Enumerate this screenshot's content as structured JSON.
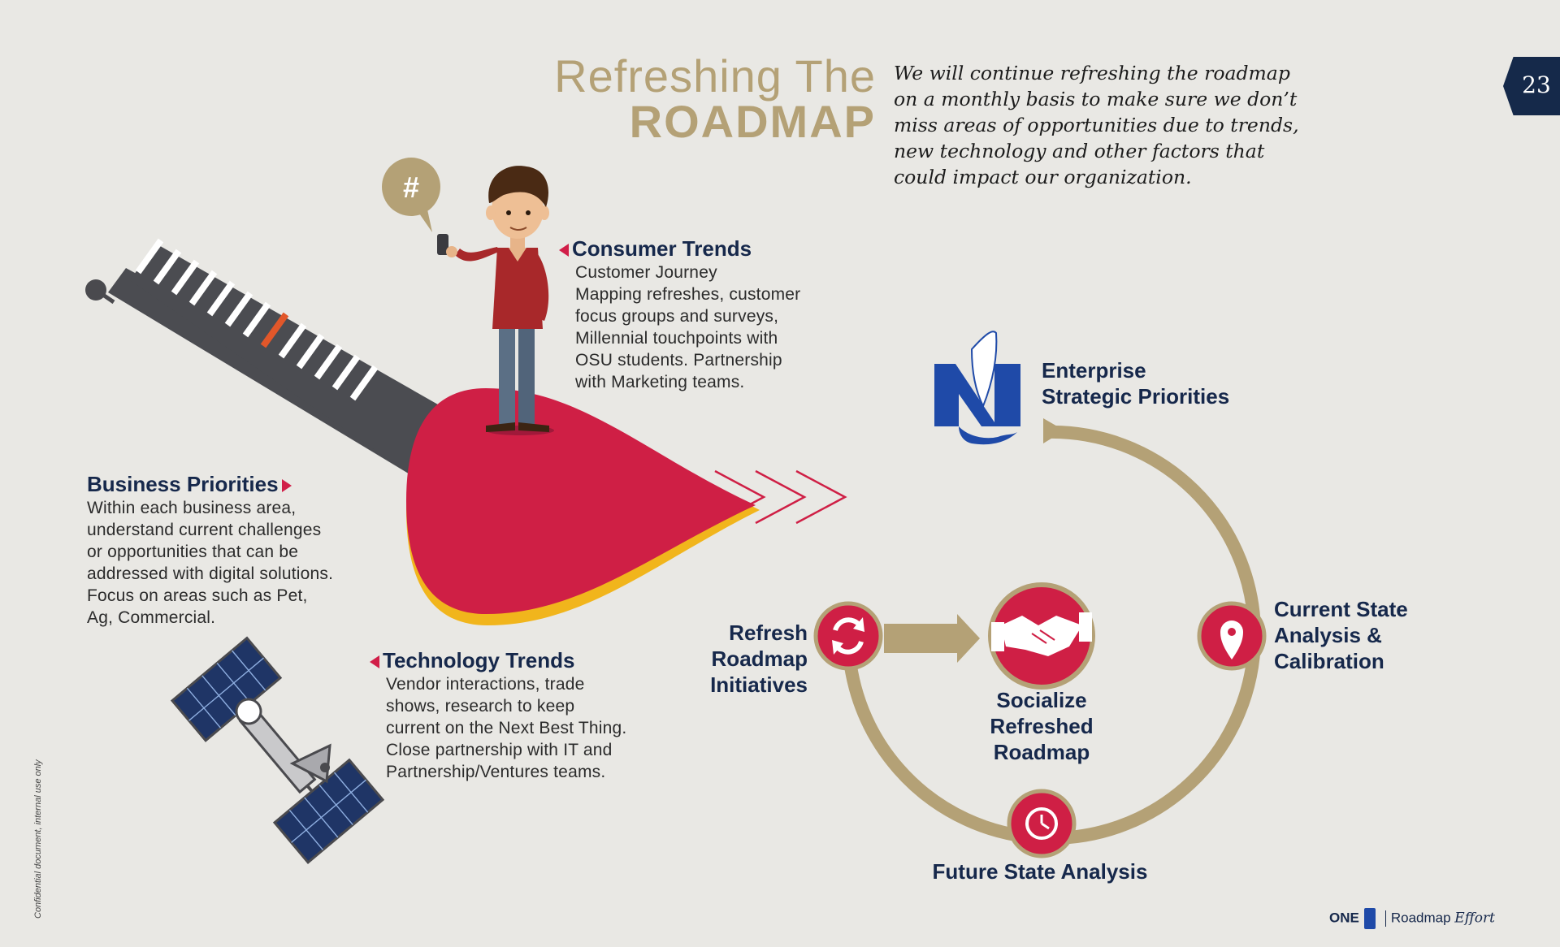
{
  "header": {
    "title_line1": "Refreshing The",
    "title_line2": "ROADMAP",
    "intro": "We will continue refreshing the roadmap on a monthly basis to make sure we don’t miss areas of opportunities due to trends, new technology and other factors that could impact our organization.",
    "page_number": "23"
  },
  "sections": {
    "consumer": {
      "title": "Consumer Trends",
      "body": [
        "Customer Journey",
        "Mapping refreshes, customer",
        "focus groups and surveys,",
        "Millennial touchpoints with",
        "OSU students. Partnership",
        "with Marketing teams."
      ]
    },
    "business": {
      "title": "Business Priorities",
      "body": [
        "Within each business area,",
        "understand current challenges",
        "or opportunities that can be",
        "addressed with digital solutions.",
        "Focus on areas such as Pet,",
        "Ag, Commercial."
      ]
    },
    "technology": {
      "title": "Technology Trends",
      "body": [
        "Vendor interactions, trade",
        "shows, research to keep",
        "current on the Next Best Thing.",
        "Close partnership with IT and",
        "Partnership/Ventures teams."
      ]
    }
  },
  "cycle": {
    "enterprise": [
      "Enterprise",
      "Strategic Priorities"
    ],
    "current_state": [
      "Current State",
      "Analysis &",
      "Calibration"
    ],
    "future_state": "Future State Analysis",
    "refresh": [
      "Refresh",
      "Roadmap",
      "Initiatives"
    ],
    "socialize": [
      "Socialize",
      "Refreshed",
      "Roadmap"
    ]
  },
  "icons": {
    "hashtag": "hashtag-speech-bubble-icon",
    "refresh": "refresh-arrows-icon",
    "handshake": "handshake-icon",
    "location": "location-pin-icon",
    "clock": "clock-icon",
    "eagle": "eagle-logo-icon"
  },
  "footer": {
    "confidential": "Confidential document, internal use only",
    "brand": "ONE",
    "product": "Roadmap",
    "product_suffix": "Effort"
  },
  "colors": {
    "navy": "#16284b",
    "crimson": "#d11e48",
    "gold": "#b4a176",
    "background": "#e9e8e4"
  }
}
